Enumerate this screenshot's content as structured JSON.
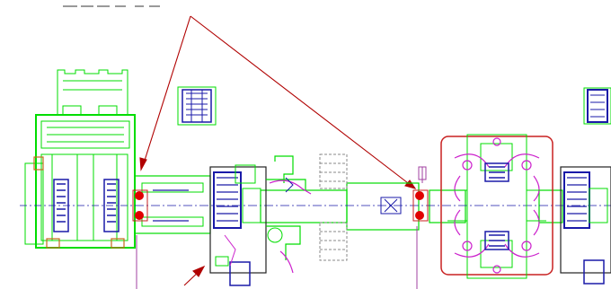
{
  "drawing": {
    "background": "#ffffff",
    "colors": {
      "frame": "#00dd00",
      "machine_blue": "#1a1aa8",
      "magenta": "#cc22cc",
      "red_marker": "#e00000",
      "leader_line": "#b00000",
      "gray": "#888888",
      "purple_line": "#a040a0",
      "dark": "#222222"
    },
    "elements": [
      "left-feed-unit",
      "transfer-beam",
      "drive-gearbox",
      "clamp-assembly",
      "dashed-stack",
      "center-roller-assembly",
      "right-machine-edge",
      "annotation-leader-lines",
      "red-pivot-markers"
    ]
  }
}
